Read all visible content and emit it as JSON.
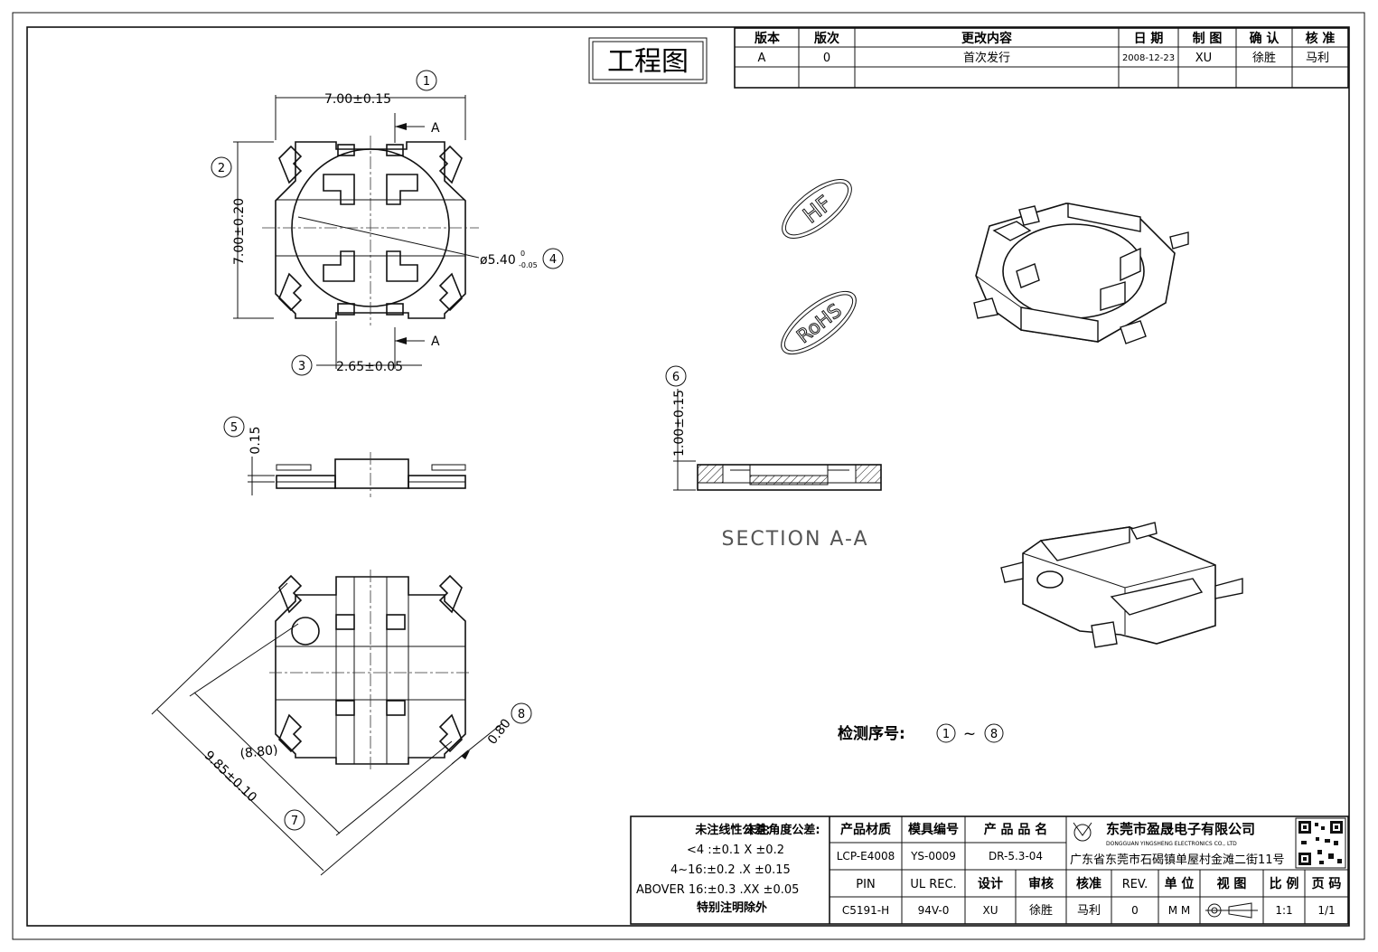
{
  "title_stamp": "工程图",
  "revision_table": {
    "headers": [
      "版本",
      "版次",
      "更改内容",
      "日 期",
      "制 图",
      "确 认",
      "核 准"
    ],
    "rows": [
      [
        "A",
        "0",
        "首次发行",
        "2008-12-23",
        "XU",
        "徐胜",
        "马利"
      ]
    ]
  },
  "logos": {
    "hf": "HF",
    "rohs": "RoHS"
  },
  "dimensions": {
    "width": "7.00±0.15",
    "height": "7.00±0.20",
    "diameter": "ø5.40",
    "diameter_tol_upper": "0",
    "diameter_tol_lower": "-0.05",
    "pitch": "2.65±0.05",
    "lead_thickness": "0.15",
    "body_height": "1.00±0.15",
    "diag_inner": "(8.80)",
    "diag_outer": "9.85±0.10",
    "lead_width": "0.80",
    "section_mark": "A"
  },
  "balloons": [
    "①",
    "②",
    "③",
    "④",
    "⑤",
    "⑥",
    "⑦",
    "⑧"
  ],
  "section_label": "SECTION  A-A",
  "inspection": {
    "label": "检测序号:",
    "from": "①",
    "sep": "~",
    "to": "⑧"
  },
  "tolerance": {
    "header1": "未注线性公差:",
    "header2": "未注角度公差:",
    "line1": "<4 :±0.1  X ±0.2",
    "line2": "4~16:±0.2 .X ±0.15",
    "line3": "ABOVER 16:±0.3 .XX ±0.05",
    "note": "特别注明除外"
  },
  "title_block": {
    "material_h": "产品材质",
    "mold_h": "模具编号",
    "product_h": "产 品 品 名",
    "material": "LCP-E4008",
    "mold": "YS-0009",
    "product": "DR-5.3-04",
    "pin_h": "PIN",
    "ul_h": "UL REC.",
    "design_h": "设计",
    "review_h": "审核",
    "approve_h": "核准",
    "rev_h": "REV.",
    "unit_h": "单 位",
    "view_h": "视 图",
    "scale_h": "比 例",
    "page_h": "页 码",
    "pin": "C5191-H",
    "ul": "94V-0",
    "designer": "XU",
    "reviewer": "徐胜",
    "approver": "马利",
    "rev": "0",
    "unit": "M M",
    "scale": "1:1",
    "page": "1/1"
  },
  "company": {
    "name": "东莞市盈晟电子有限公司",
    "name_en": "DONGGUAN YINGSHENG ELECTRONICS CO., LTD",
    "address": "广东省东莞市石碣镇单屋村金滩二街11号"
  }
}
